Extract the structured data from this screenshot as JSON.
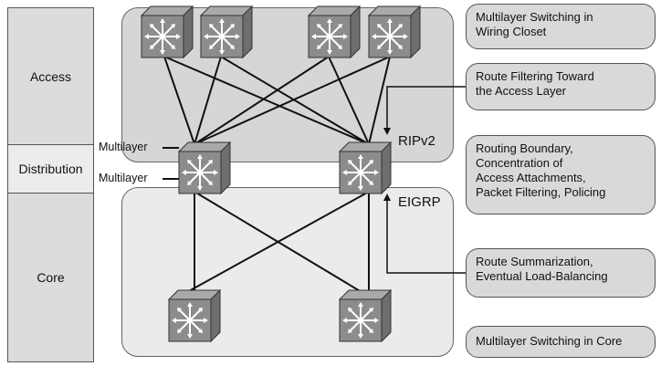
{
  "layers": {
    "access": "Access",
    "distribution": "Distribution",
    "core": "Core"
  },
  "protocols": {
    "upper": "RIPv2",
    "lower": "EIGRP"
  },
  "distribution_labels": {
    "left_top": "Multilayer",
    "left_bottom": "Multilayer"
  },
  "callouts": [
    {
      "lines": [
        "Multilayer Switching in",
        "Wiring Closet"
      ]
    },
    {
      "lines": [
        "Route Filtering Toward",
        "the Access Layer"
      ]
    },
    {
      "lines": [
        "Routing Boundary,",
        "Concentration of",
        "Access Attachments,",
        "Packet Filtering, Policing"
      ]
    },
    {
      "lines": [
        "Route Summarization,",
        "Eventual Load-Balancing"
      ]
    },
    {
      "lines": [
        "Multilayer Switching in Core"
      ]
    }
  ],
  "icons": {
    "switch": "multilayer-switch-icon"
  }
}
